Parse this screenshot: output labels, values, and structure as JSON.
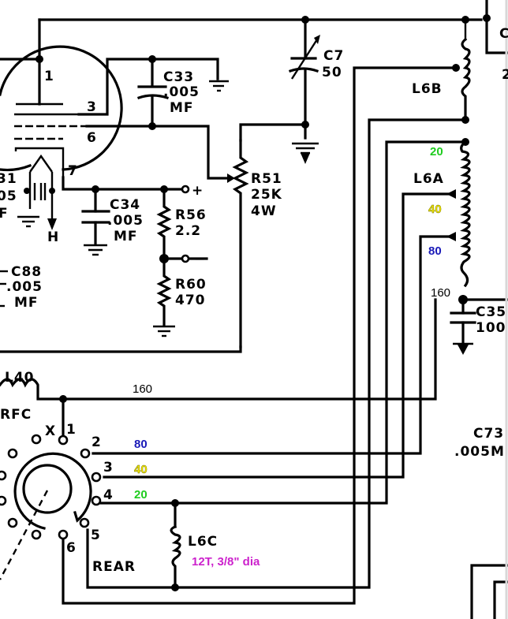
{
  "colors": {
    "band_20": "#1fcc1f",
    "band_40": "#f2e600",
    "band_80": "#1a1ab8",
    "band_160": "#000000",
    "note": "#cc22cc",
    "ink": "#000000"
  },
  "tube": {
    "pins": {
      "p1": "1",
      "p3": "3",
      "p6": "6",
      "p7": "7"
    },
    "heater_label": "H"
  },
  "components": {
    "c33": {
      "ref": "C33",
      "value": ".005",
      "unit": "MF"
    },
    "c7": {
      "ref": "C7",
      "value": "50"
    },
    "c34": {
      "ref": "C34",
      "value": ".005",
      "unit": "MF"
    },
    "c88": {
      "ref": "C88",
      "value": ".005",
      "unit": "MF"
    },
    "c31_partial": {
      "ref": "31",
      "value": "05",
      "unit": "F"
    },
    "r51": {
      "ref": "R51",
      "value": "25K",
      "power": "4W"
    },
    "r56": {
      "ref": "R56",
      "value": "2.2"
    },
    "r60": {
      "ref": "R60",
      "value": "470"
    },
    "l6b": {
      "ref": "L6B"
    },
    "l6a": {
      "ref": "L6A"
    },
    "l6c": {
      "ref": "L6C"
    },
    "l40": {
      "ref": "L40",
      "type": "RFC"
    },
    "c35": {
      "ref": "C35",
      "value": "100"
    },
    "c73": {
      "ref": "C73",
      "value": ".005M"
    }
  },
  "meter_terminals": {
    "plus": "+",
    "minus": "−"
  },
  "switch": {
    "label": "REAR",
    "pins": {
      "x": "X",
      "p1": "1",
      "p2": "2",
      "p3": "3",
      "p4": "4",
      "p5": "5",
      "p6": "6"
    }
  },
  "band_labels": {
    "coil_20": "20",
    "coil_40": "40",
    "coil_80": "80",
    "coil_160": "160",
    "wire_160": "160",
    "wire_80": "80",
    "wire_40": "40",
    "wire_20": "20"
  },
  "annotation": {
    "l6c_note": "12T, 3/8\" dia"
  },
  "edge_fragments": {
    "right_top_a": "C",
    "right_top_b": "2"
  }
}
